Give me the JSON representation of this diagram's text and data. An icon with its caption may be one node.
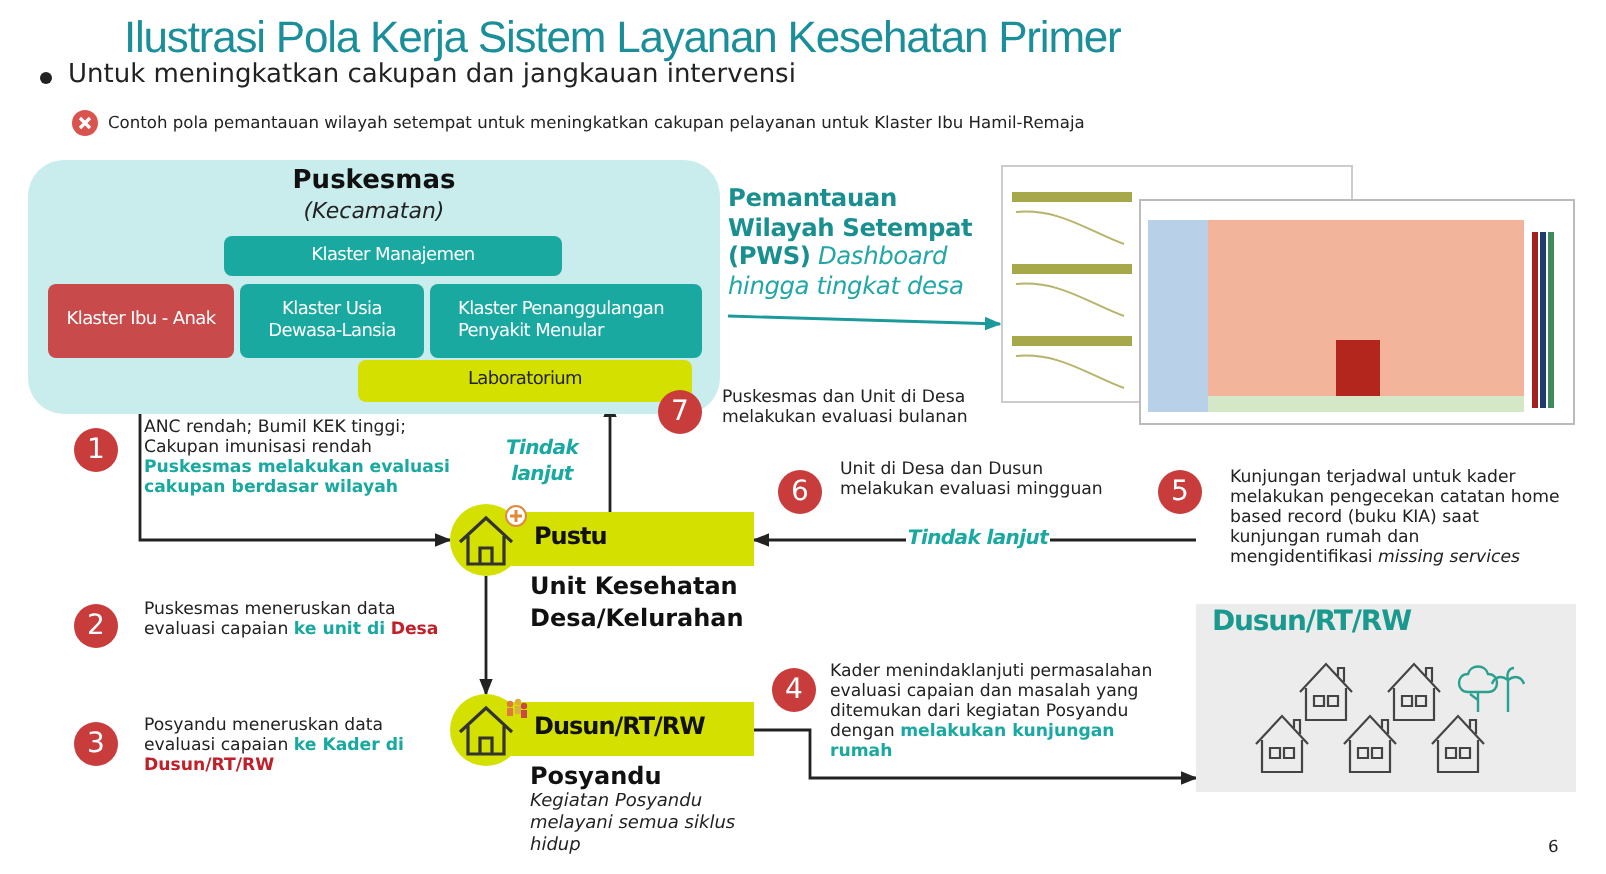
{
  "diagram": {
    "title": "Ilustrasi Pola Kerja Sistem Layanan Kesehatan Primer",
    "nodes": [
      {
        "text": [
          "Puskesmas",
          "(Kecamatan)"
        ]
      },
      {
        "text": [
          "Klaster Manajemen"
        ],
        "in": 0
      },
      {
        "text": [
          "Klaster Ibu - Anak"
        ],
        "in": 0
      },
      {
        "text": [
          "Klaster Usia Dewasa-Lansia"
        ],
        "in": 0
      },
      {
        "text": [
          "Klaster Penanggulangan Penyakit Menular"
        ],
        "in": 0
      },
      {
        "text": [
          "Laboratorium"
        ],
        "in": 0
      },
      {
        "text": [
          "**Pemantauan Wilayah Setempat (PWS)** *Dashboard hingga tingkat desa*"
        ]
      },
      {
        "text": [],
        "shape": "picture"
      },
      {
        "text": [
          "Pustu",
          "Unit Kesehatan Desa/Kelurahan"
        ]
      },
      {
        "text": [
          "Dusun/RT/RW",
          "Posyandu"
        ],
        "beside": [
          "Kegiatan Posyandu melayani semua siklus hidup"
        ]
      },
      {
        "text": [
          "Dusun/RT/RW"
        ]
      }
    ],
    "edges": [
      {
        "from": 2,
        "to": 8,
        "arrow": "to"
      },
      {
        "from": 8,
        "to": 5,
        "arrow": "to",
        "label": "Tindak lanjut"
      },
      {
        "from": 8,
        "to": 9,
        "arrow": "to"
      },
      {
        "from": 9,
        "to": 10,
        "arrow": "to"
      },
      {
        "from": null,
        "to": 8,
        "arrow": "to",
        "label": "Tindak lanjut"
      },
      {
        "from": 6,
        "to": 7,
        "arrow": "to",
        "color": "#1a9a9a"
      }
    ],
    "labels": [
      "Untuk meningkatkan cakupan dan jangkauan intervensi",
      "Contoh pola pemantauan wilayah setempat untuk meningkatkan cakupan pelayanan untuk Klaster Ibu Hamil-Remaja",
      "7",
      "Puskesmas dan Unit di Desa melakukan evaluasi bulanan",
      "1",
      "ANC rendah; Bumil KEK tinggi; Cakupan imunisasi rendah **Puskesmas melakukan evaluasi cakupan berdasar wilayah**",
      "6",
      "Unit di Desa dan Dusun melakukan evaluasi mingguan",
      "5",
      "Kunjungan terjadwal untuk kader melakukan pengecekan catatan home based record (buku KIA) saat kunjungan rumah dan mengidentifikasi *missing services*",
      "2",
      "Puskesmas meneruskan data evaluasi capaian **ke unit di** **Desa**",
      "4",
      "Kader menindaklanjuti permasalahan evaluasi capaian dan masalah yang ditemukan dari kegiatan Posyandu dengan **melakukan kunjungan rumah**",
      "3",
      "Posyandu meneruskan data evaluasi capaian **ke Kader di** **Dusun/RT/RW**",
      "6"
    ]
  }
}
